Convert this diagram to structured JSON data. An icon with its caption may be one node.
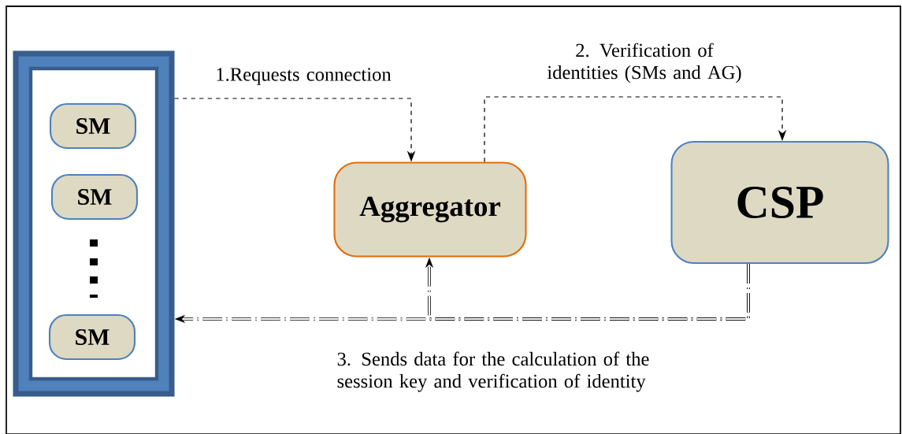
{
  "diagram": {
    "nodes": [
      {
        "text": [],
        "shape": "box"
      },
      {
        "text": [
          "SM"
        ],
        "in": 0
      },
      {
        "text": [
          "SM"
        ],
        "in": 0
      },
      {
        "text": [
          "SM"
        ],
        "in": 0
      },
      {
        "text": [
          "Aggregator"
        ]
      },
      {
        "text": [
          "CSP"
        ]
      }
    ],
    "edges": [
      {
        "from": 0,
        "to": 4,
        "arrow": "to",
        "style": "dashed",
        "label": "1.Requests connection"
      },
      {
        "from": 4,
        "to": 5,
        "arrow": "to",
        "style": "dashed",
        "label": "2. Verification of identities (SMs and AG)"
      },
      {
        "from": 5,
        "to": 0,
        "arrow": "to",
        "style": "dashed",
        "label": "3. Sends data for the calculation of the session key and verification of identity"
      },
      {
        "from": 5,
        "to": 4,
        "arrow": "to",
        "style": "dashed"
      }
    ]
  }
}
